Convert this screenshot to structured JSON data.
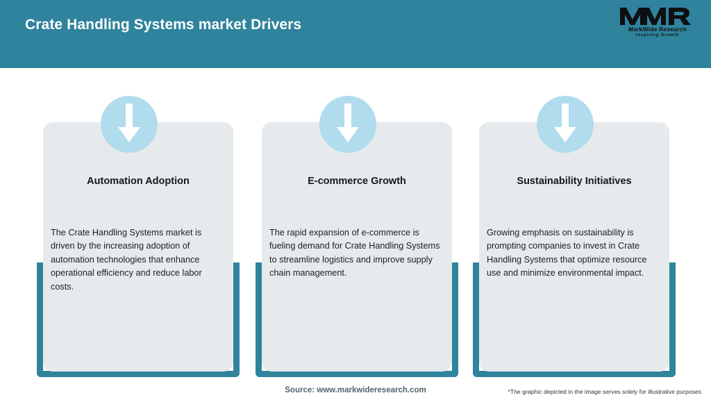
{
  "header": {
    "title": "Crate Handling Systems market Drivers",
    "bg_color": "#2f839c",
    "title_color": "#ffffff"
  },
  "logo": {
    "mark": "MWR",
    "name": "MarkWide Research",
    "tagline": "Inspiring Growth"
  },
  "theme": {
    "accent": "#2f839c",
    "card_bg": "#e6eaec",
    "icon_circle": "#b0dced",
    "icon_arrow": "#ffffff",
    "page_bg": "#ffffff"
  },
  "cards": [
    {
      "icon": "arrow-down-icon",
      "title": "Automation Adoption",
      "description": "The Crate Handling Systems market is driven by the increasing adoption of automation technologies that enhance operational efficiency and reduce labor costs."
    },
    {
      "icon": "arrow-down-icon",
      "title": "E-commerce Growth",
      "description": "The rapid expansion of e-commerce is fueling demand for Crate Handling Systems to streamline logistics and improve supply chain management."
    },
    {
      "icon": "arrow-down-icon",
      "title": "Sustainability Initiatives",
      "description": "Growing emphasis on sustainability is prompting companies to invest in Crate Handling Systems that optimize resource use and minimize environmental impact."
    }
  ],
  "footer": {
    "source": "Source: www.markwideresearch.com",
    "disclaimer": "*The graphic depicted in the image serves solely for illustrative purposes"
  }
}
